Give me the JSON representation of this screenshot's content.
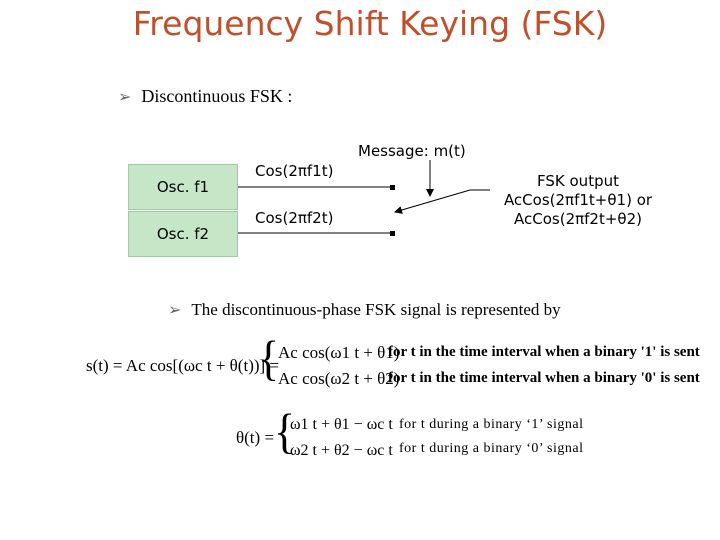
{
  "title": "Frequency Shift Keying (FSK)",
  "bullet1": "Discontinuous FSK :",
  "bullet2": "The discontinuous-phase FSK signal is represented by",
  "bullet_icon": "arrow-bullet-icon",
  "diagram": {
    "osc1": "Osc. f1",
    "osc2": "Osc. f2",
    "cos1": "Cos(2πf1t)",
    "cos2": "Cos(2πf2t)",
    "message": "Message: m(t)",
    "output_line1": "FSK output",
    "output_line2": "AcCos(2πf1t+θ1) or",
    "output_line3": "AcCos(2πf2t+θ2)"
  },
  "equation1": {
    "lhs": "s(t) = Ac cos[(ωc t + θ(t))] =",
    "case1": "Ac cos(ω1 t + θ1)",
    "case2": "Ac cos(ω2 t + θ2)",
    "cond1": "for t in the time interval when a binary '1' is sent",
    "cond2": "for t in the time interval when a binary '0' is sent"
  },
  "equation2": {
    "lhs": "θ(t) =",
    "case1": "ω1 t + θ1 − ωc t",
    "case2": "ω2 t + θ2 − ωc t",
    "cond1": "for t during a binary ‘1’ signal",
    "cond2": "for t during a binary ‘0’ signal"
  },
  "colors": {
    "title": "#c0502a",
    "osc_fill": "#c6e6c8"
  }
}
